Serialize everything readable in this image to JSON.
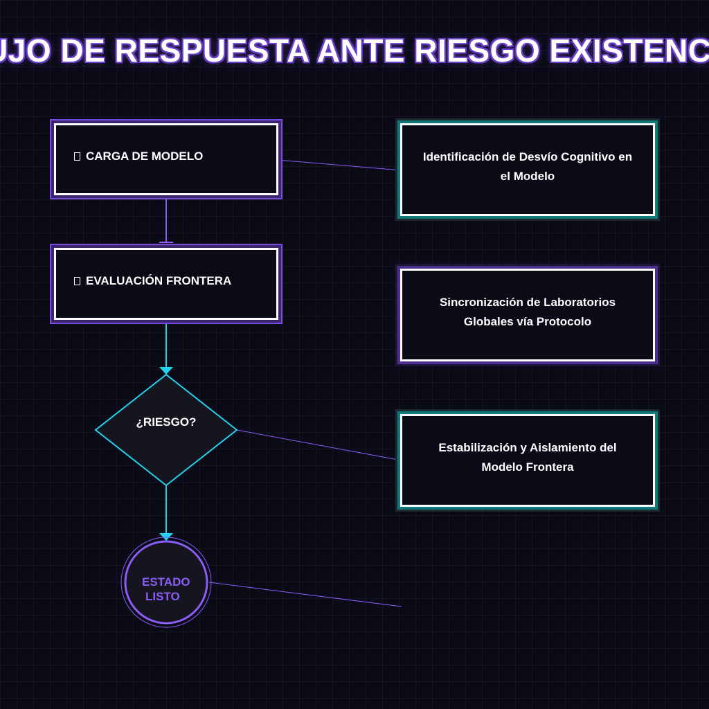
{
  "title": "FLUJO DE RESPUESTA ANTE RIESGO EXISTENCIAL",
  "flow": {
    "load_model": {
      "label": "CARGA DE MODELO",
      "icon": "box-glyph-icon"
    },
    "frontier_eval": {
      "label": "EVALUACIÓN FRONTERA",
      "icon": "box-glyph-icon"
    },
    "risk_decision": {
      "label": "¿RIESGO?"
    },
    "ready_state": {
      "line1": "ESTADO",
      "line2": "LISTO"
    }
  },
  "notes": [
    {
      "text": "Identificación de Desvío Cognitivo en el Modelo"
    },
    {
      "text": "Sincronización de Laboratorios Globales vía Protocolo"
    },
    {
      "text": "Estabilización y Aislamiento del Modelo Frontera"
    }
  ],
  "colors": {
    "background": "#0b0b18",
    "violet": "#8b5cf6",
    "cyan": "#22d3ee",
    "teal": "#11787a",
    "white": "#ffffff"
  }
}
